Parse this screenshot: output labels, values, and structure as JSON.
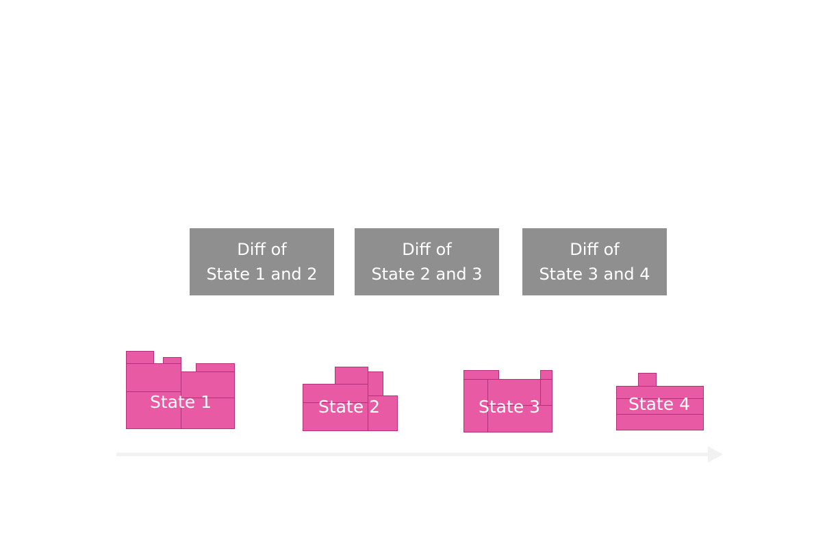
{
  "diffs": [
    {
      "line1": "Diff of",
      "line2": "State 1 and 2"
    },
    {
      "line1": "Diff of",
      "line2": "State 2 and 3"
    },
    {
      "line1": "Diff of",
      "line2": "State 3 and 4"
    }
  ],
  "states": [
    {
      "label": "State 1"
    },
    {
      "label": "State 2"
    },
    {
      "label": "State 3"
    },
    {
      "label": "State 4"
    }
  ],
  "colors": {
    "diff_box": "#8f8f8f",
    "state_fill": "#e85aa4",
    "state_outline": "#b0307a",
    "timeline": "#f1f1f1"
  }
}
